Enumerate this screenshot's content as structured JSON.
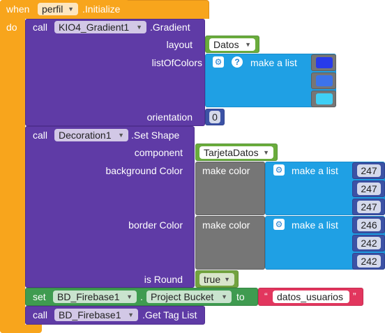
{
  "event": {
    "when": "when",
    "component": "perfil",
    "event_name": ".Initialize",
    "do": "do"
  },
  "gradient_call": {
    "call": "call",
    "component": "KIO4_Gradient1",
    "method": ".Gradient",
    "layout_label": "layout",
    "layout_value": "Datos",
    "colors_label": "listOfColors",
    "make_list": "make a list",
    "colors": [
      "#283bea",
      "#3d73ea",
      "#3ecff5"
    ],
    "orientation_label": "orientation",
    "orientation_value": "0"
  },
  "decoration_call": {
    "call": "call",
    "component": "Decoration1",
    "method": ".Set Shape",
    "component_label": "component",
    "component_value": "TarjetaDatos",
    "bg_label": "background Color",
    "border_label": "border Color",
    "make_color": "make color",
    "make_list": "make a list",
    "bg_values": [
      "247",
      "247",
      "247"
    ],
    "border_values": [
      "246",
      "242",
      "242"
    ],
    "round_label": "is Round",
    "round_value": "true"
  },
  "set_block": {
    "set": "set",
    "component": "BD_Firebase1",
    "dot": ".",
    "property": "Project Bucket",
    "to": "to",
    "quote_open": "“",
    "string": "datos_usuarios",
    "quote_close": "”"
  },
  "tag_call": {
    "call": "call",
    "component": "BD_Firebase1",
    "method": ".Get Tag List"
  },
  "colors": {
    "event": "#f8a51c",
    "procedure": "#5f3ba6",
    "text": "#6aac3c",
    "math": "#3c52a5",
    "lists": "#1fa0e4",
    "color": "#767676",
    "logic": "#73a340",
    "setter": "#3f9b50",
    "string": "#e2365e"
  },
  "icons": [
    "gear-icon",
    "help-icon",
    "dropdown-arrow-icon"
  ]
}
